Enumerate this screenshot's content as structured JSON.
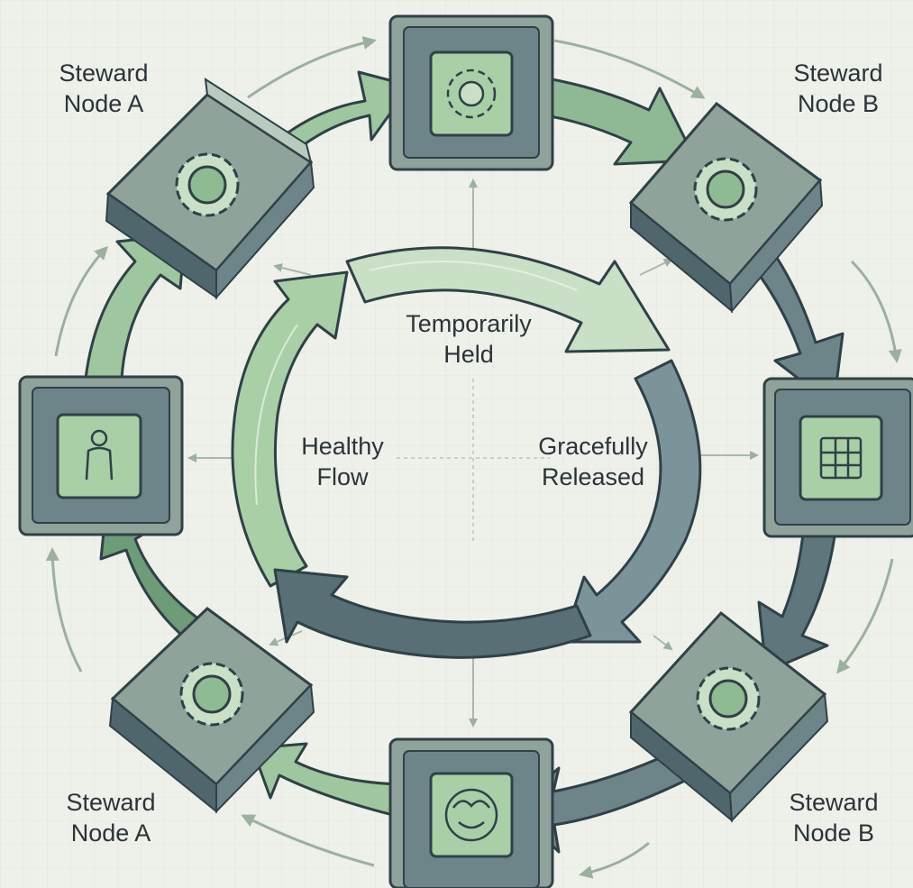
{
  "colors": {
    "background": "#eef0ea",
    "green_light": "#c9e0c6",
    "green_mid": "#8fbb93",
    "green_dark": "#6e9b78",
    "slate": "#6d8489",
    "slate_dark": "#4f666d",
    "outline": "#2f4146",
    "text": "#2a3438"
  },
  "icons": {
    "top_hub": "orbit-icon",
    "right_hub": "circuit-icon",
    "bottom_hub": "face-icon",
    "left_hub": "person-icon",
    "corner_nodes": "gear-icon"
  },
  "labels": {
    "top_left": "Steward\nNode A",
    "top_right": "Steward\nNode B",
    "bottom_left": "Steward\nNode A",
    "bottom_right": "Steward\nNode B"
  },
  "states": {
    "top": "Temporarily\nHeld",
    "left": "Healthy\nFlow",
    "right": "Gracefully\nReleased"
  }
}
